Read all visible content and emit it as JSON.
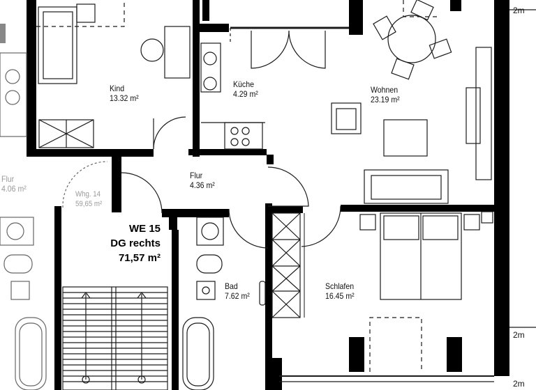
{
  "plan": {
    "unit": {
      "code": "WE 15",
      "position": "DG rechts",
      "area": "71,57 m²"
    },
    "rooms": [
      {
        "id": "kind",
        "name": "Kind",
        "area": "13.32",
        "unit": "m²"
      },
      {
        "id": "kueche",
        "name": "Küche",
        "area": "4.29",
        "unit": "m²"
      },
      {
        "id": "wohnen",
        "name": "Wohnen",
        "area": "23.19",
        "unit": "m²"
      },
      {
        "id": "flur",
        "name": "Flur",
        "area": "4.36",
        "unit": "m²"
      },
      {
        "id": "bad",
        "name": "Bad",
        "area": "7.62",
        "unit": "m²"
      },
      {
        "id": "schlafen",
        "name": "Schlafen",
        "area": "16.45",
        "unit": "m²"
      }
    ],
    "neighbour": {
      "flur_name": "Flur",
      "flur_area": "4.06",
      "flur_unit": "m²",
      "whg_name": "Whg. 14",
      "whg_area": "59,65",
      "whg_unit": "m²"
    },
    "top_dimension": "2.0? m",
    "level_markers": [
      "2m",
      "2m",
      "2m"
    ],
    "colors": {
      "wall": "#000000",
      "line": "#1a1a1a",
      "neighbour_text": "#9a9a9a",
      "background": "#ffffff"
    }
  }
}
